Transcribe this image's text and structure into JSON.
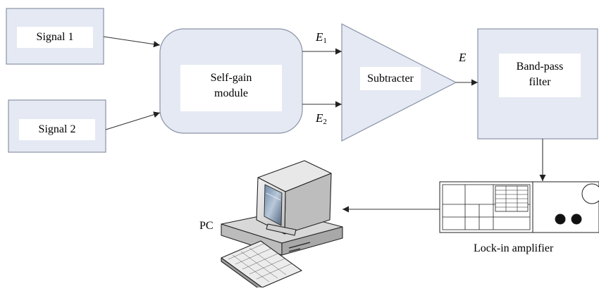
{
  "nodes": {
    "signal1": {
      "label": "Signal 1"
    },
    "signal2": {
      "label": "Signal 2"
    },
    "self_gain": {
      "label_line1": "Self-gain",
      "label_line2": "module"
    },
    "subtracter": {
      "label": "Subtracter"
    },
    "band_pass": {
      "label_line1": "Band-pass",
      "label_line2": "filter"
    },
    "lock_in": {
      "label": "Lock-in amplifier"
    },
    "pc": {
      "label": "PC"
    }
  },
  "signals": {
    "e1": {
      "symbol": "E",
      "subscript": "1"
    },
    "e2": {
      "symbol": "E",
      "subscript": "2"
    },
    "e": {
      "symbol": "E"
    }
  },
  "colors": {
    "block_fill": "#e4e9f3",
    "block_stroke": "#8a93a6",
    "inner_fill": "#ffffff",
    "arrow": "#333333"
  }
}
